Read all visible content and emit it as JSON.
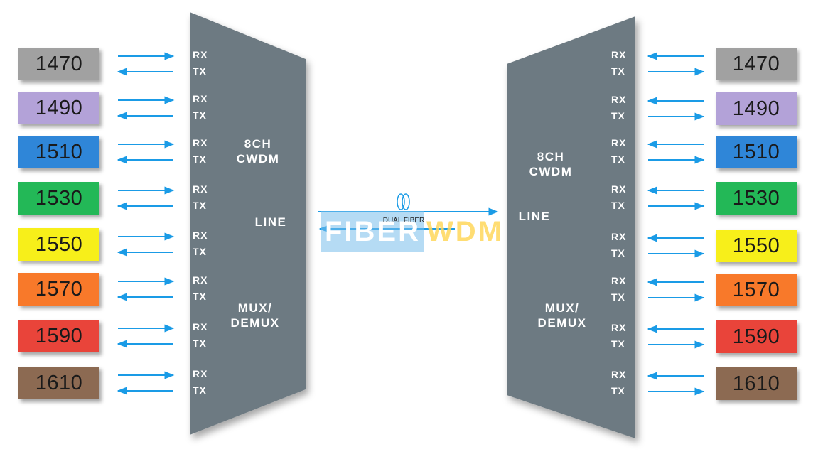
{
  "colors": {
    "mux_body": "#6d7a82",
    "arrow": "#1a9be6",
    "text_white": "#ffffff"
  },
  "ports": [
    {
      "wavelength": "1470",
      "color": "#a1a1a1"
    },
    {
      "wavelength": "1490",
      "color": "#b3a2d8"
    },
    {
      "wavelength": "1510",
      "color": "#2f86d8"
    },
    {
      "wavelength": "1530",
      "color": "#23b857"
    },
    {
      "wavelength": "1550",
      "color": "#f7ef1a"
    },
    {
      "wavelength": "1570",
      "color": "#f8792a"
    },
    {
      "wavelength": "1590",
      "color": "#e9443a"
    },
    {
      "wavelength": "1610",
      "color": "#8c6a52"
    }
  ],
  "labels": {
    "rx": "RX",
    "tx": "TX",
    "cwdm": "8CH\nCWDM",
    "line": "LINE",
    "mux": "MUX/\nDEMUX",
    "dual_fiber": "DUAL FIBER"
  },
  "watermark": {
    "part_a": "FIBER",
    "part_b": "WDM"
  }
}
